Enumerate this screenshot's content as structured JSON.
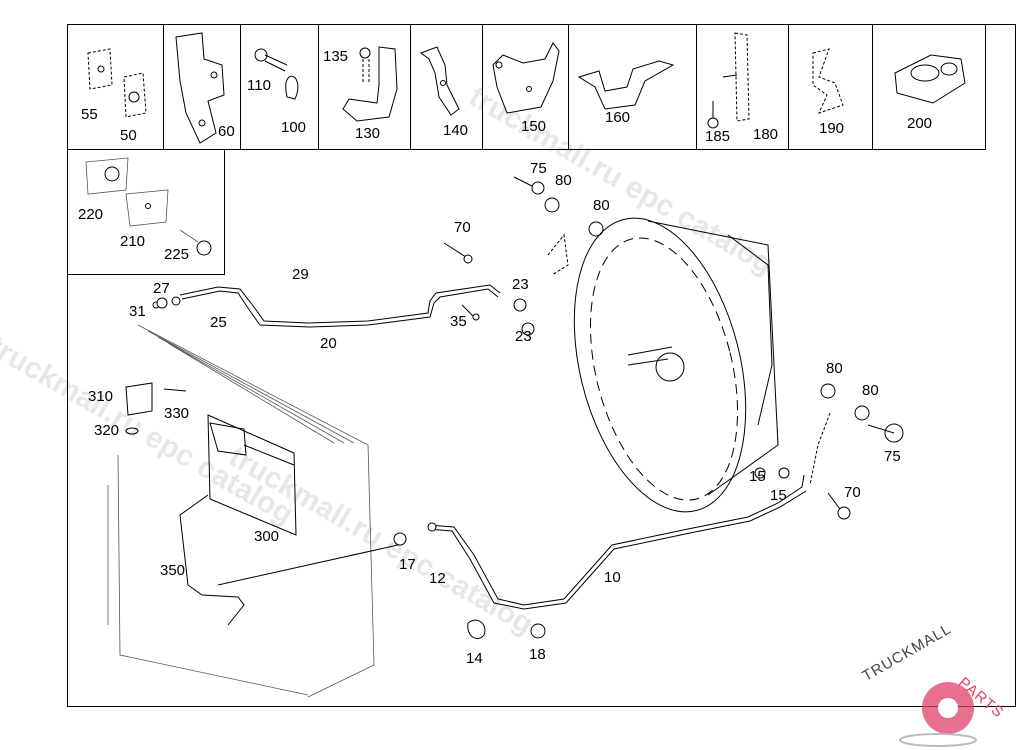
{
  "diagram": {
    "type": "exploded parts diagram",
    "subject": "transmission / oil cooler lines and brackets"
  },
  "top_row_cells": [
    {
      "labels": [
        "55",
        "50"
      ]
    },
    {
      "labels": [
        "60"
      ]
    },
    {
      "labels": [
        "110",
        "100"
      ]
    },
    {
      "labels": [
        "135",
        "130"
      ]
    },
    {
      "labels": [
        "140"
      ]
    },
    {
      "labels": [
        "150"
      ]
    },
    {
      "labels": [
        "160"
      ]
    },
    {
      "labels": [
        "185",
        "180"
      ]
    },
    {
      "labels": [
        "190"
      ]
    },
    {
      "labels": [
        "200"
      ]
    }
  ],
  "inset_cell": {
    "labels": [
      "220",
      "210",
      "225"
    ]
  },
  "callouts": {
    "p75a": "75",
    "p80a": "80",
    "p80b": "80",
    "p70a": "70",
    "p29": "29",
    "p27": "27",
    "p31": "31",
    "p25": "25",
    "p23a": "23",
    "p23b": "23",
    "p35": "35",
    "p20": "20",
    "p310": "310",
    "p330": "330",
    "p320": "320",
    "p300": "300",
    "p350": "350",
    "p17": "17",
    "p12": "12",
    "p14": "14",
    "p18": "18",
    "p10": "10",
    "p80c": "80",
    "p80d": "80",
    "p75b": "75",
    "p15a": "15",
    "p15b": "15",
    "p70b": "70"
  },
  "watermarks": [
    "truckmall.ru epc catalog",
    "truckmall.ru epc catalog",
    "truckmall.ru epc catalog"
  ],
  "logo": {
    "text_dark": "TRUCKMALL",
    "text_accent": "PARTS",
    "accent_color": "#e0406a"
  }
}
